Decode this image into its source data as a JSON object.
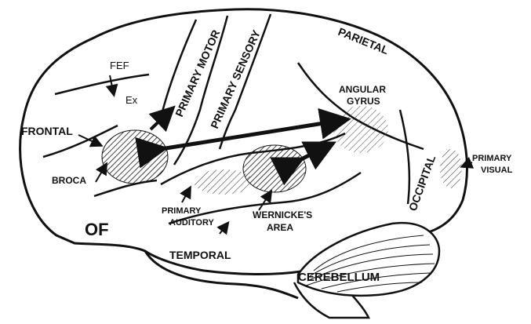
{
  "labels": {
    "fef": "FEF",
    "ex": "Ex",
    "primary_motor": "PRIMARY MOTOR",
    "primary_sensory": "PRIMARY SENSORY",
    "parietal": "PARIETAL",
    "angular_line1": "ANGULAR",
    "angular_line2": "GYRUS",
    "frontal": "FRONTAL",
    "broca": "BROCA",
    "occipital": "OCCIPITAL",
    "primary_visual_line1": "PRIMARY",
    "primary_visual_line2": "VISUAL",
    "primary_auditory_line1": "PRIMARY",
    "primary_auditory_line2": "AUDITORY",
    "wernicke_line1": "WERNICKE'S",
    "wernicke_line2": "AREA",
    "of": "OF",
    "temporal": "TEMPORAL",
    "cerebellum": "CEREBELLUM"
  },
  "colors": {
    "ink": "#111111",
    "paper": "#ffffff"
  }
}
